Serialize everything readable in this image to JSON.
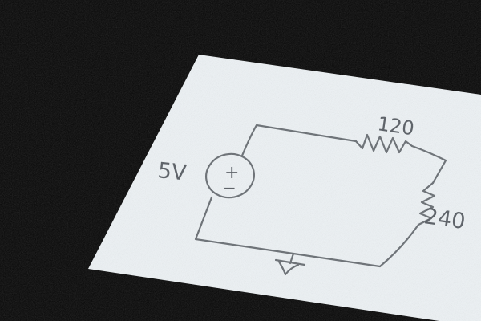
{
  "diagram": {
    "components": {
      "source": {
        "label": "5V",
        "plus_symbol": "+",
        "minus_symbol": "−"
      },
      "resistor_top": {
        "label": "120"
      },
      "resistor_right": {
        "label": "240"
      },
      "ground": {
        "label": ""
      }
    }
  },
  "colors": {
    "background": "#060606",
    "paper": "#eef3f6",
    "pencil": "#6f7479"
  }
}
